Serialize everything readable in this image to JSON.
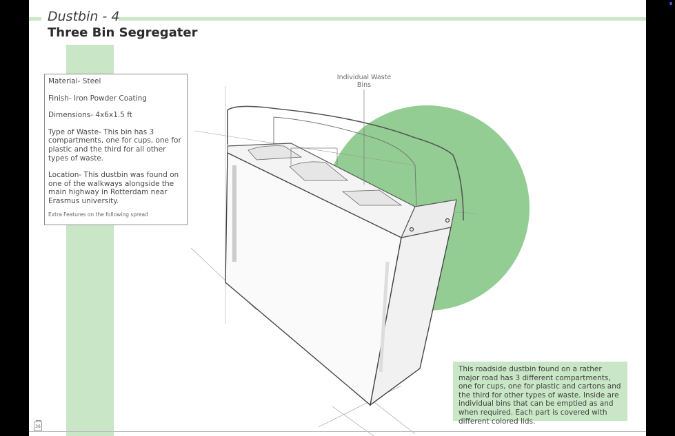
{
  "header": {
    "title": "Dustbin - 4",
    "subtitle": "Three Bin Segregater"
  },
  "specs": {
    "material": "Material- Steel",
    "finish": "Finish- Iron Powder Coating",
    "dimensions": "Dimensions- 4x6x1.5 ft",
    "type_of_waste": "Type of Waste- This bin has 3 compartments, one for cups, one for plastic and the third for all other types of waste.",
    "location": "Location- This dustbin was found on one of the walkways alongside the main highway in Rotterdam near Erasmus university.",
    "note": "Extra Features on the following spread"
  },
  "callout": {
    "label": "Individual Waste Bins"
  },
  "description": "This roadside dustbin found on a rather major road has 3 different compartments, one for cups, one for plastic and cartons and the third for other types of waste. Inside are individual bins that can be emptied as and when required. Each part is covered with different colored lids.",
  "footer": {
    "page_number": "36"
  },
  "colors": {
    "light_green": "#c9e6c6",
    "green_circle": "#93cd93"
  }
}
